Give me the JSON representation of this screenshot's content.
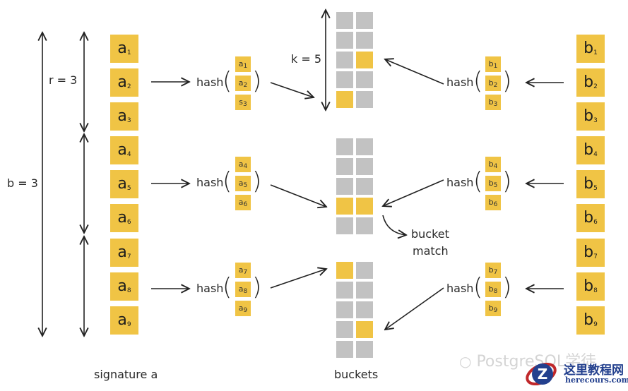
{
  "labels": {
    "b_param": "b = 3",
    "r_param": "r = 3",
    "k_param": "k = 5",
    "hash": "hash",
    "signature_a": "signature a",
    "buckets": "buckets",
    "bucket_match_line1": "bucket",
    "bucket_match_line2": "match"
  },
  "signature_a": [
    "a1",
    "a2",
    "a3",
    "a4",
    "a5",
    "a6",
    "a7",
    "a8",
    "a9"
  ],
  "signature_b": [
    "b1",
    "b2",
    "b3",
    "b4",
    "b5",
    "b6",
    "b7",
    "b8",
    "b9"
  ],
  "bands": [
    {
      "a_inputs": [
        "a1",
        "a2",
        "s3"
      ],
      "b_inputs": [
        "b1",
        "b2",
        "b3"
      ],
      "buckets": [
        [
          0,
          0
        ],
        [
          0,
          0
        ],
        [
          0,
          1
        ],
        [
          0,
          0
        ],
        [
          1,
          0
        ]
      ]
    },
    {
      "a_inputs": [
        "a4",
        "a5",
        "a6"
      ],
      "b_inputs": [
        "b4",
        "b5",
        "b6"
      ],
      "buckets": [
        [
          0,
          0
        ],
        [
          0,
          0
        ],
        [
          0,
          0
        ],
        [
          1,
          1
        ],
        [
          0,
          0
        ]
      ]
    },
    {
      "a_inputs": [
        "a7",
        "a8",
        "a9"
      ],
      "b_inputs": [
        "b7",
        "b8",
        "b9"
      ],
      "buckets": [
        [
          1,
          0
        ],
        [
          0,
          0
        ],
        [
          0,
          0
        ],
        [
          0,
          1
        ],
        [
          0,
          0
        ]
      ]
    }
  ],
  "colors": {
    "cell": "#f0c445",
    "bucket_empty": "#c2c2c2",
    "bucket_hit": "#f0c445",
    "ink": "#222222"
  },
  "watermark": {
    "wechat_text": "PostgreSQL学徒",
    "site_name": "这里教程网",
    "site_url": "herecours.com"
  }
}
